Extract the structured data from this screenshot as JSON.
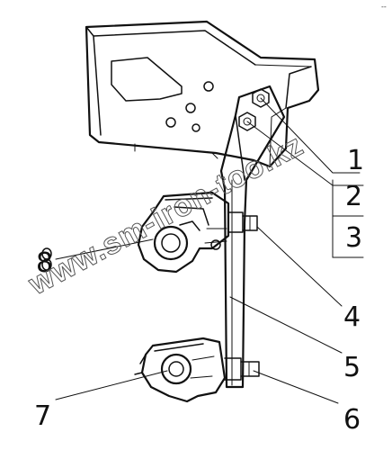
{
  "callouts": [
    "1",
    "2",
    "3",
    "4",
    "5",
    "6",
    "7",
    "8"
  ],
  "watermark": "www.sm-iron-too.kz",
  "corner_mark": "--"
}
